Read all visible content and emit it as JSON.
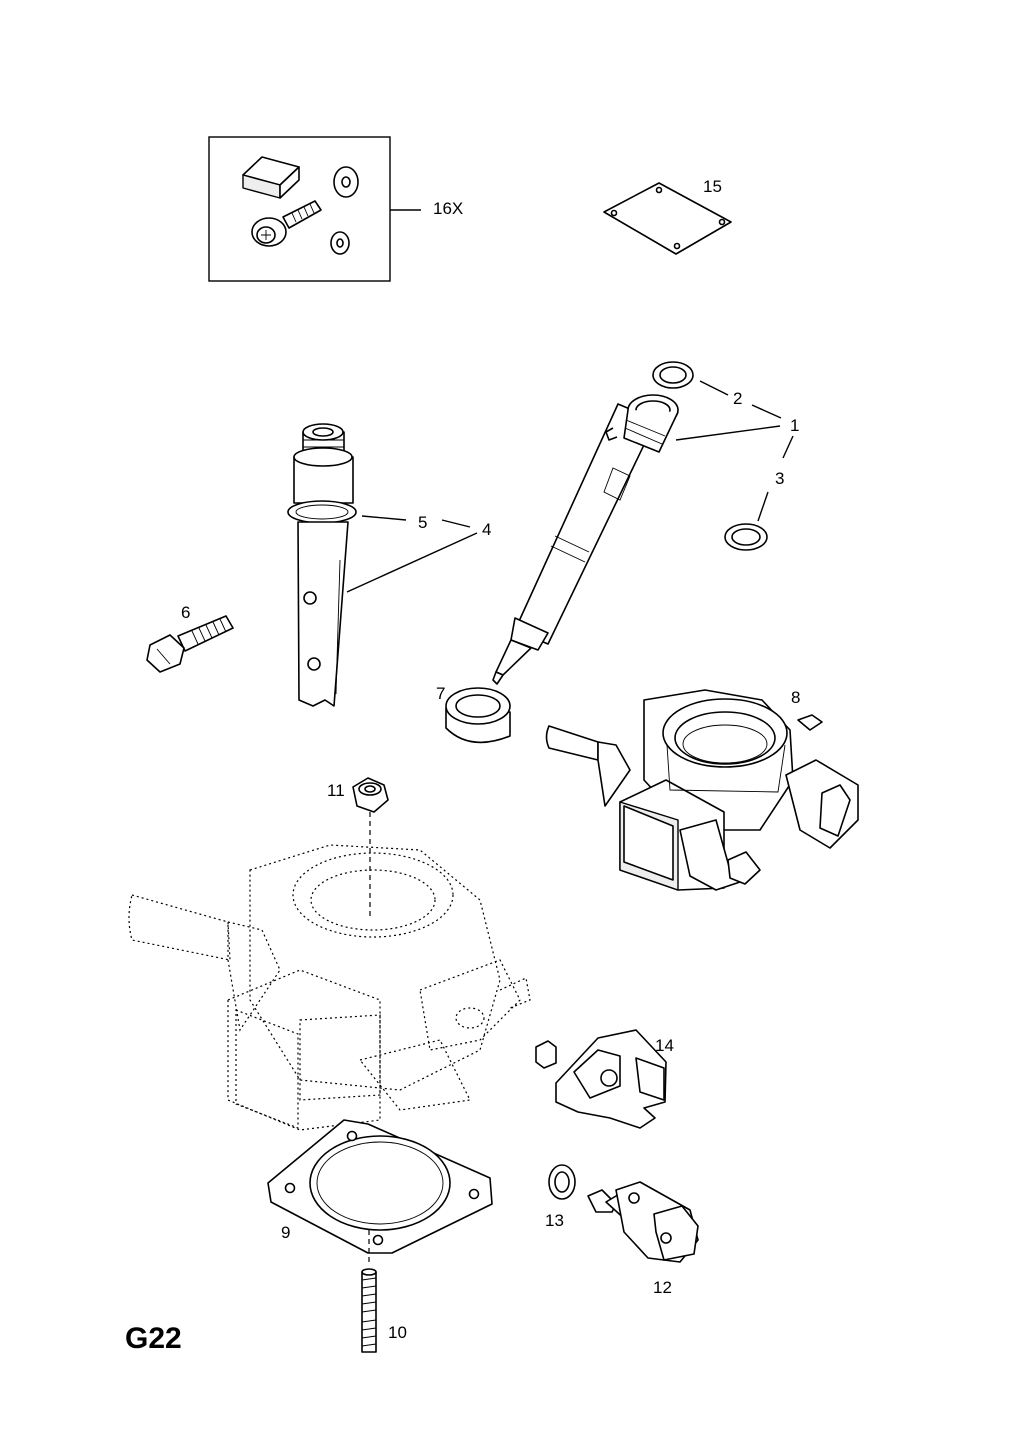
{
  "diagram": {
    "page_code": "G22",
    "callouts": [
      "1",
      "2",
      "3",
      "4",
      "5",
      "6",
      "7",
      "8",
      "9",
      "10",
      "11",
      "12",
      "13",
      "14",
      "15",
      "16X"
    ]
  }
}
